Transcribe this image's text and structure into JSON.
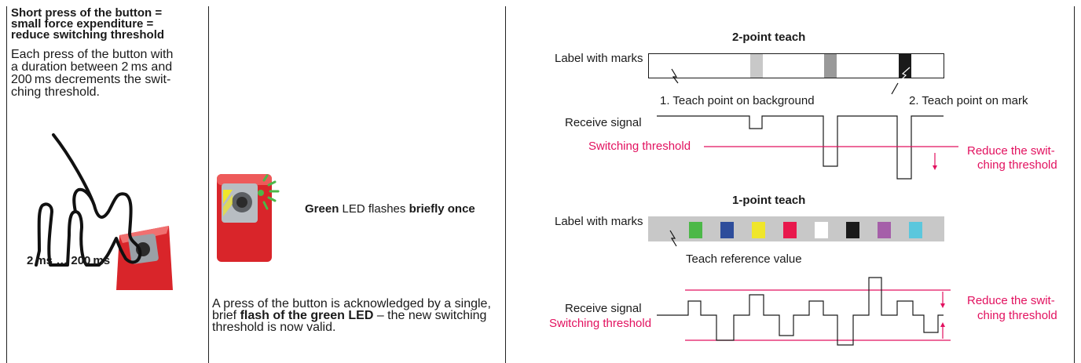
{
  "left": {
    "heading": [
      "Short press of the button =",
      "small force expenditure =",
      "reduce switching threshold"
    ],
    "paragraph": [
      "Each press of the button with",
      "a duration between 2 ms and",
      "200 ms decrements the swit-",
      "ching threshold."
    ],
    "duration_label": "2 ms … 200 ms"
  },
  "middle": {
    "led_color_word": "Green",
    "led_mid": " LED flashes ",
    "led_end": "briefly once",
    "ack_1": "A press of the button is acknowledged by a single, brief ",
    "ack_bold": "flash of the green LED",
    "ack_2": " – the new switching threshold is now valid."
  },
  "two_point": {
    "title": "2-point teach",
    "label_marks": "Label with marks",
    "teach_bg": "1. Teach point on background",
    "teach_mark": "2. Teach point on mark",
    "receive": "Receive signal",
    "threshold": "Switching threshold",
    "reduce_1": "Reduce the swit-",
    "reduce_2": "ching threshold",
    "mark_colors": [
      "#c8c8c8",
      "#999999",
      "#1a1a1a"
    ]
  },
  "one_point": {
    "title": "1-point teach",
    "label_marks": "Label with marks",
    "teach_ref": "Teach reference value",
    "receive": "Receive signal",
    "threshold": "Switching threshold",
    "reduce_1": "Reduce the swit-",
    "reduce_2": "ching threshold",
    "mark_colors": [
      "#4cb848",
      "#2e4d9b",
      "#f0e62b",
      "#e8184c",
      "#ffffff",
      "#1a1a1a",
      "#a55fa9",
      "#5bc7dd"
    ]
  },
  "colors": {
    "accent": "#e2115f",
    "sensor_red": "#d9252a"
  }
}
